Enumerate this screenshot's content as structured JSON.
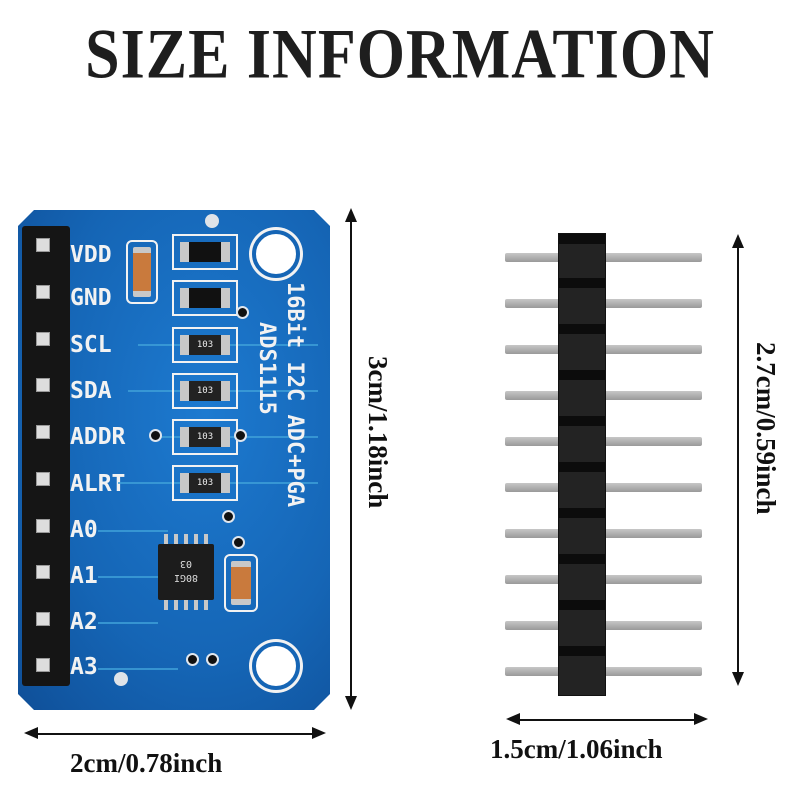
{
  "title": "SIZE INFORMATION",
  "module": {
    "name": "ADS1115",
    "silkscreen_vertical": "16Bit I2C ADC+PGA",
    "silkscreen_model": "ADS1115",
    "pins": [
      "VDD",
      "GND",
      "SCL",
      "SDA",
      "ADDR",
      "ALRT",
      "A0",
      "A1",
      "A2",
      "A3"
    ],
    "resistor_code": "103",
    "chip_marking_line1": "80GI",
    "chip_marking_line2": "03",
    "board_color": "#1766b8"
  },
  "dimensions": {
    "board_height": "3cm/1.18inch",
    "board_width": "2cm/0.78inch",
    "header_height": "2.7cm/0.59inch",
    "header_width": "1.5cm/1.06inch"
  },
  "header": {
    "pin_count": 10,
    "body_color": "#232323",
    "pin_color": "#b5b5b5"
  }
}
